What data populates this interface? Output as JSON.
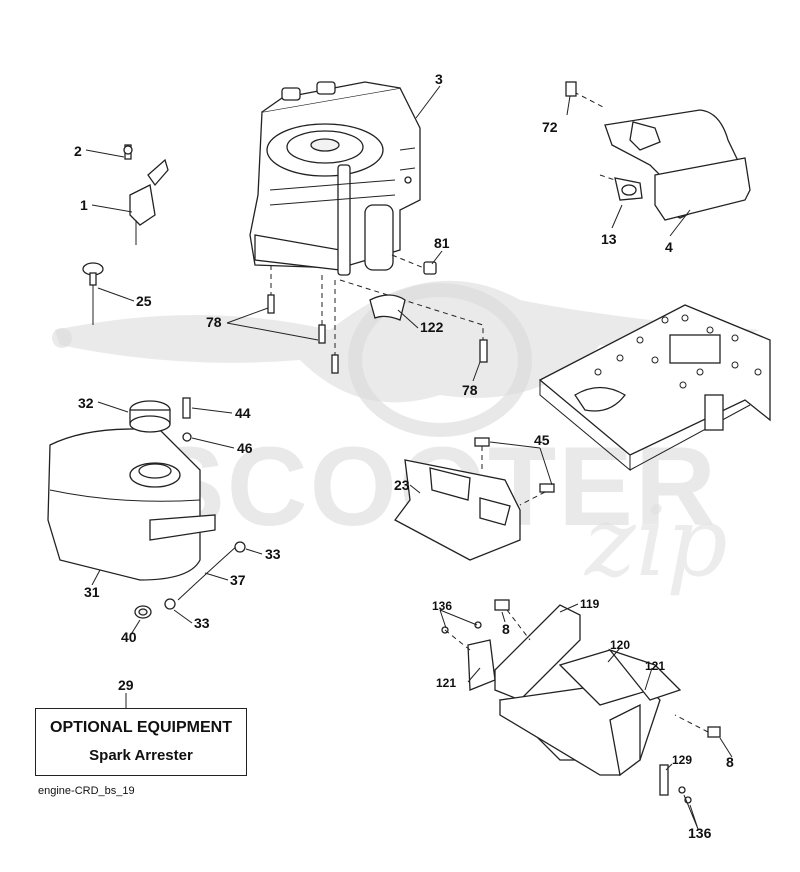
{
  "watermark": {
    "brand": "SCOOTER",
    "suffix": "zip"
  },
  "optional_equipment": {
    "title": "OPTIONAL EQUIPMENT",
    "subtitle": "Spark Arrester"
  },
  "caption": "engine-CRD_bs_19",
  "callouts": {
    "c1": "1",
    "c2": "2",
    "c3": "3",
    "c4": "4",
    "c8a": "8",
    "c8b": "8",
    "c13": "13",
    "c23": "23",
    "c25": "25",
    "c29": "29",
    "c31": "31",
    "c32": "32",
    "c33a": "33",
    "c33b": "33",
    "c37": "37",
    "c40": "40",
    "c44": "44",
    "c45": "45",
    "c46": "46",
    "c72": "72",
    "c78a": "78",
    "c78b": "78",
    "c81": "81",
    "c119": "119",
    "c120": "120",
    "c121a": "121",
    "c121b": "121",
    "c122": "122",
    "c129": "129",
    "c136a": "136",
    "c136b": "136"
  }
}
